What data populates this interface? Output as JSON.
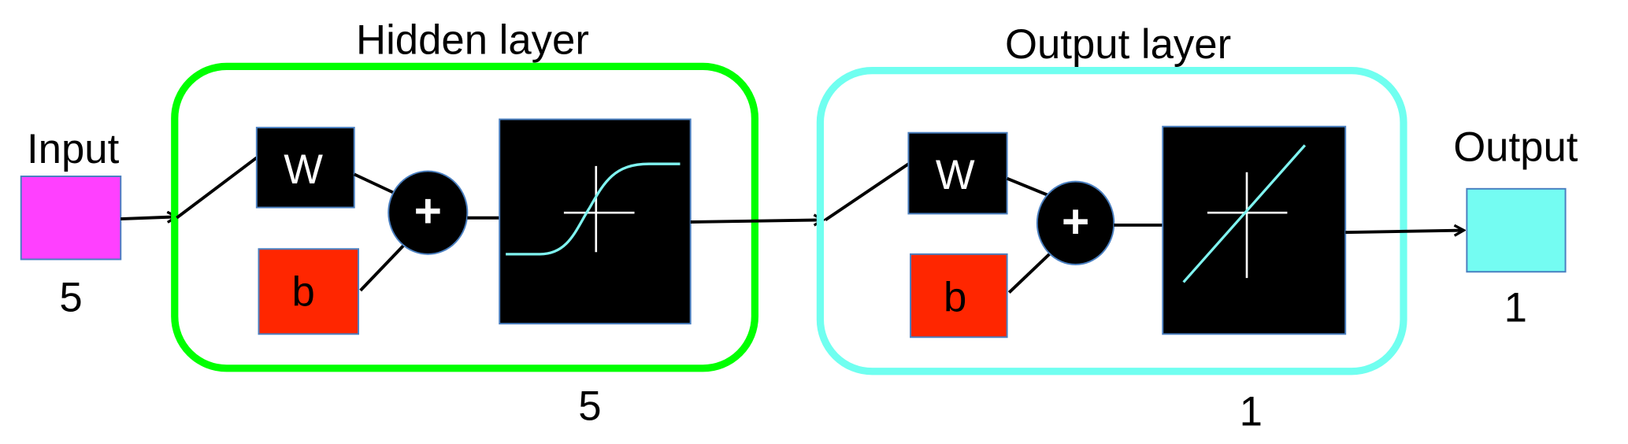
{
  "input": {
    "label": "Input",
    "size": "5",
    "color": "#ff40ff"
  },
  "hidden_layer": {
    "title": "Hidden layer",
    "size": "5",
    "border_color": "#00ff00",
    "weight_label": "W",
    "bias_label": "b",
    "sum_symbol": "+",
    "transfer_function_icon": "sigmoid-curve"
  },
  "output_layer": {
    "title": "Output layer",
    "size": "1",
    "border_color": "#70fff0",
    "weight_label": "W",
    "bias_label": "b",
    "sum_symbol": "+",
    "transfer_function_icon": "linear-line"
  },
  "output": {
    "label": "Output",
    "size": "1",
    "color": "#74fcf2"
  },
  "colors": {
    "bias": "#ff2600",
    "curve": "#7ff3f0"
  }
}
